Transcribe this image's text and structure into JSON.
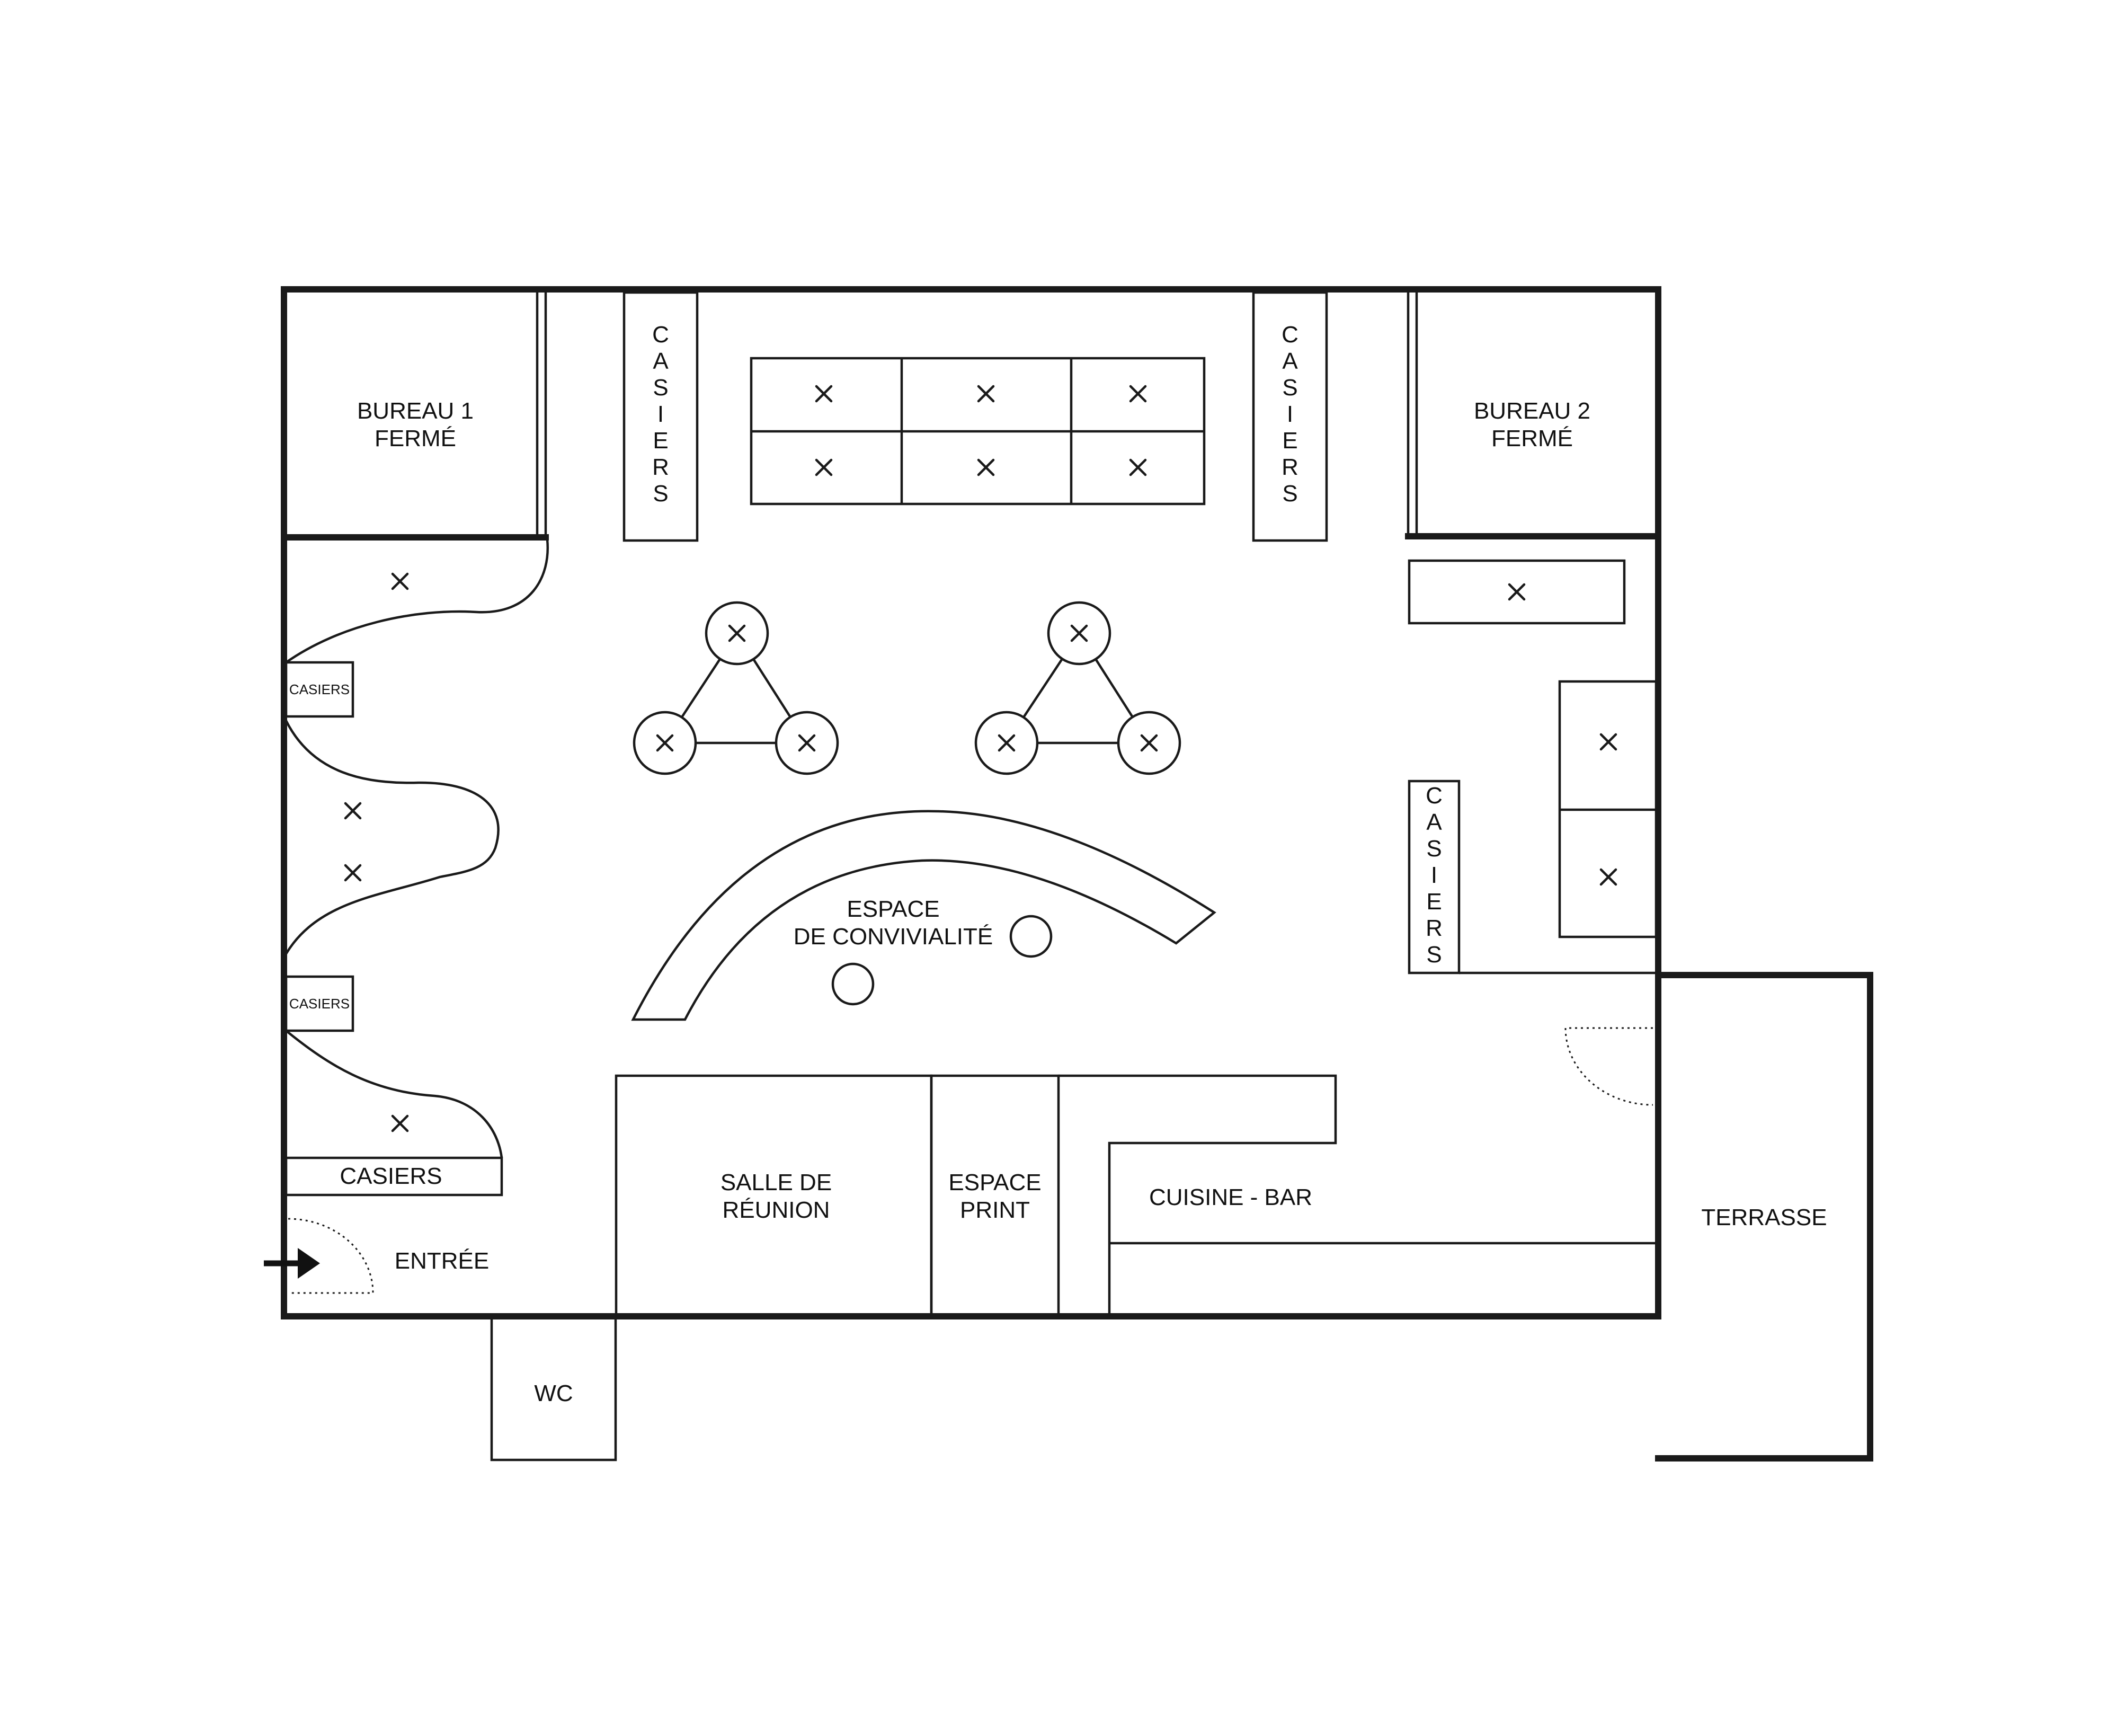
{
  "plan": {
    "rooms": {
      "bureau1": [
        "BUREAU 1",
        "FERMÉ"
      ],
      "bureau2": [
        "BUREAU 2",
        "FERMÉ"
      ],
      "conviviality": [
        "ESPACE",
        "DE CONVIVIALITÉ"
      ],
      "meeting": [
        "SALLE DE",
        "RÉUNION"
      ],
      "print": [
        "ESPACE",
        "PRINT"
      ],
      "kitchen": "CUISINE - BAR",
      "terrace": "TERRASSE",
      "wc": "WC",
      "entrance": "ENTRÉE"
    },
    "lockers": {
      "vertical_label": [
        "C",
        "A",
        "S",
        "I",
        "E",
        "R",
        "S"
      ],
      "small_label": "CASIERS",
      "large_label": "CASIERS"
    }
  }
}
